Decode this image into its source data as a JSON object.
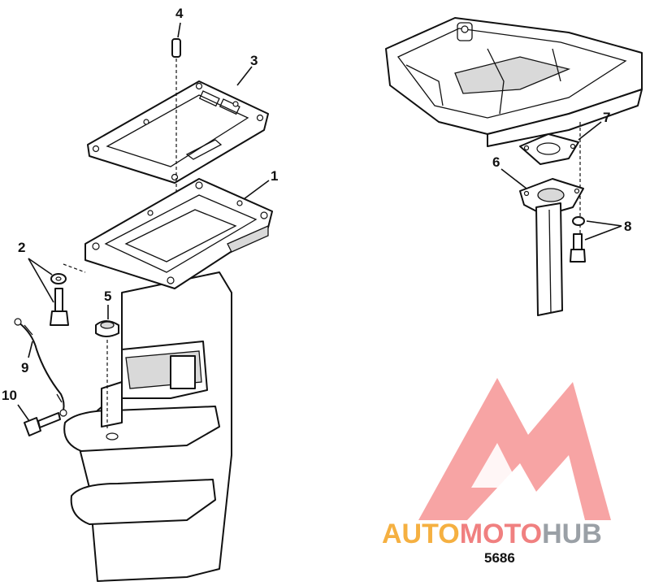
{
  "callouts": [
    {
      "id": "1",
      "label": "1"
    },
    {
      "id": "2",
      "label": "2"
    },
    {
      "id": "3",
      "label": "3"
    },
    {
      "id": "4",
      "label": "4"
    },
    {
      "id": "5",
      "label": "5"
    },
    {
      "id": "6",
      "label": "6"
    },
    {
      "id": "7",
      "label": "7"
    },
    {
      "id": "8",
      "label": "8"
    },
    {
      "id": "9",
      "label": "9"
    },
    {
      "id": "10",
      "label": "10"
    }
  ],
  "figure_number": "5686",
  "watermark": {
    "part1": "AUTO",
    "part2": "MOTO",
    "part3": "HUB",
    "color1": "#f5b041",
    "color2": "#f08080",
    "color3": "#9aa0a6"
  }
}
